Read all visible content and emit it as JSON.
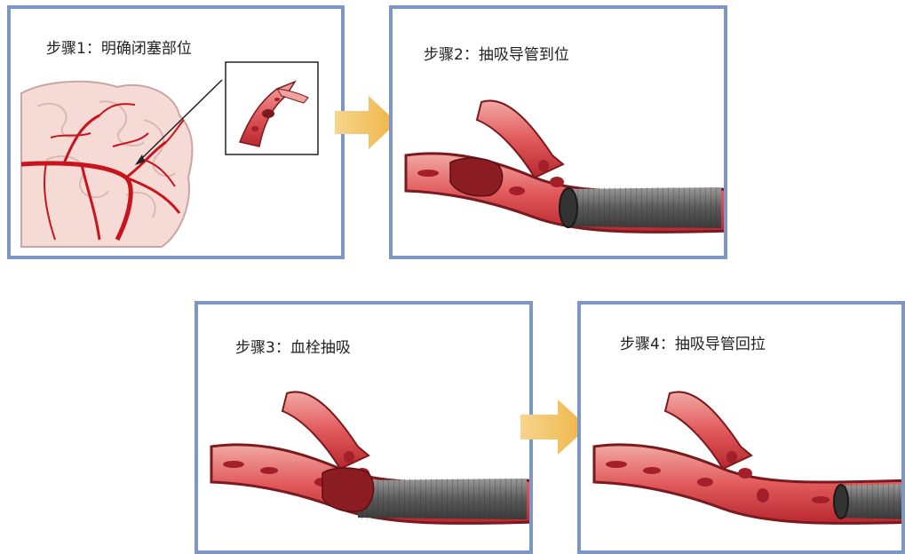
{
  "steps": [
    {
      "title": "步骤1：明确闭塞部位"
    },
    {
      "title": "步骤2：抽吸导管到位"
    },
    {
      "title": "步骤3：血栓抽吸"
    },
    {
      "title": "步骤4：抽吸导管回拉"
    }
  ],
  "colors": {
    "border": "#7c96c6",
    "vessel": "#d9464a",
    "vessel_light": "#f0a4a0",
    "vessel_dark": "#7a1a1e",
    "clot": "#8a1c22",
    "catheter": "#555555",
    "arrow": "#f3c25f",
    "brain": "#f6dad6"
  },
  "icons": [
    "brain-illustration",
    "magnified-vessel-inset",
    "right-arrow-icon"
  ]
}
